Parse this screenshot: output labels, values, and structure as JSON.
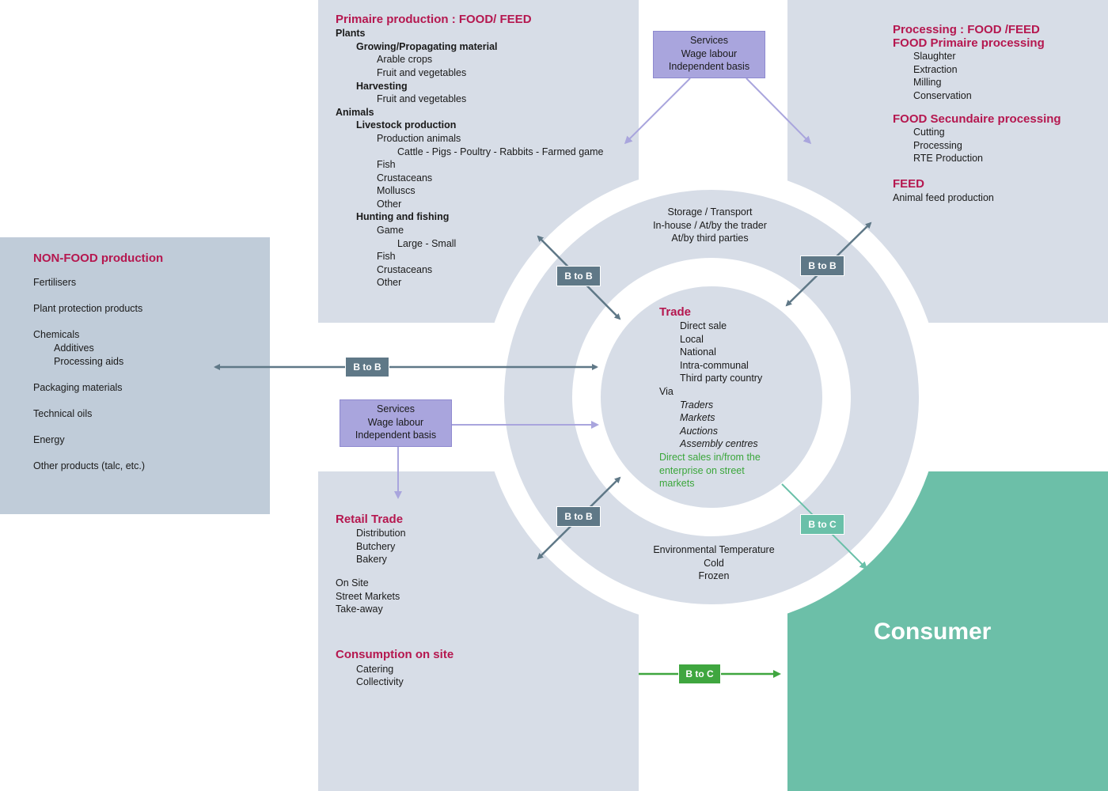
{
  "primary": {
    "title": "Primaire production : FOOD/ FEED",
    "plants": "Plants",
    "growing": "Growing/Propagating material",
    "arable": "Arable crops",
    "fruitveg1": "Fruit and vegetables",
    "harvesting": "Harvesting",
    "fruitveg2": "Fruit and vegetables",
    "animals": "Animals",
    "livestock": "Livestock production",
    "prod_animals": "Production animals",
    "cattle": "Cattle - Pigs - Poultry - Rabbits - Farmed game",
    "fish1": "Fish",
    "crust1": "Crustaceans",
    "molluscs": "Molluscs",
    "other1": "Other",
    "hunting": "Hunting and fishing",
    "game": "Game",
    "large_small": "Large - Small",
    "fish2": "Fish",
    "crust2": "Crustaceans",
    "other2": "Other"
  },
  "processing": {
    "title1": "Processing : FOOD /FEED",
    "title2": "FOOD  Primaire processing",
    "slaughter": "Slaughter",
    "extraction": "Extraction",
    "milling": "Milling",
    "conservation": "Conservation",
    "secundaire": "FOOD Secundaire processing",
    "cutting": "Cutting",
    "processing": "Processing",
    "rte": "RTE Production",
    "feed": "FEED",
    "animal_feed": "Animal feed production"
  },
  "nonfood": {
    "title": "NON-FOOD production",
    "fertilisers": "Fertilisers",
    "plant_protection": "Plant protection products",
    "chemicals": "Chemicals",
    "additives": "Additives",
    "processing_aids": "Processing aids",
    "packaging": "Packaging materials",
    "technical_oils": "Technical oils",
    "energy": "Energy",
    "other": "Other products (talc, etc.)"
  },
  "services_top": {
    "l1": "Services",
    "l2": "Wage labour",
    "l3": "Independent basis"
  },
  "services_left": {
    "l1": "Services",
    "l2": "Wage labour",
    "l3": "Independent basis"
  },
  "ring": {
    "storage": "Storage / Transport",
    "inhouse": "In-house / At/by the trader",
    "third": "At/by third parties",
    "env": "Environmental Temperature",
    "cold": "Cold",
    "frozen": "Frozen"
  },
  "trade": {
    "title": "Trade",
    "direct": "Direct sale",
    "local": "Local",
    "national": "National",
    "intra": "Intra-communal",
    "third_party": "Third party country",
    "via": "Via",
    "traders": "Traders",
    "markets": "Markets",
    "auctions": "Auctions",
    "assembly": "Assembly centres",
    "green1": "Direct sales in/from the",
    "green2": "enterprise on street",
    "green3": "markets"
  },
  "retail": {
    "title": "Retail Trade",
    "distribution": "Distribution",
    "butchery": "Butchery",
    "bakery": "Bakery",
    "onsite": "On Site",
    "street": "Street Markets",
    "takeaway": "Take-away"
  },
  "consumption": {
    "title": "Consumption on site",
    "catering": "Catering",
    "collectivity": "Collectivity"
  },
  "consumer": {
    "label": "Consumer"
  },
  "tags": {
    "bb_left": "B to B",
    "bb_upleft": "B to B",
    "bb_upright": "B to B",
    "bb_lowleft": "B to B",
    "bc_right": "B to C",
    "bc_bottom": "B to C"
  },
  "colors": {
    "panel": "#d7dde7",
    "nonfood_panel": "#c0ccd9",
    "consumer": "#6cbfa8",
    "title_red": "#b5174f",
    "b2b": "#5f7887",
    "b2c": "#6ac0a9",
    "b2c_green": "#3fa63f",
    "services": "#a9a5dd"
  }
}
